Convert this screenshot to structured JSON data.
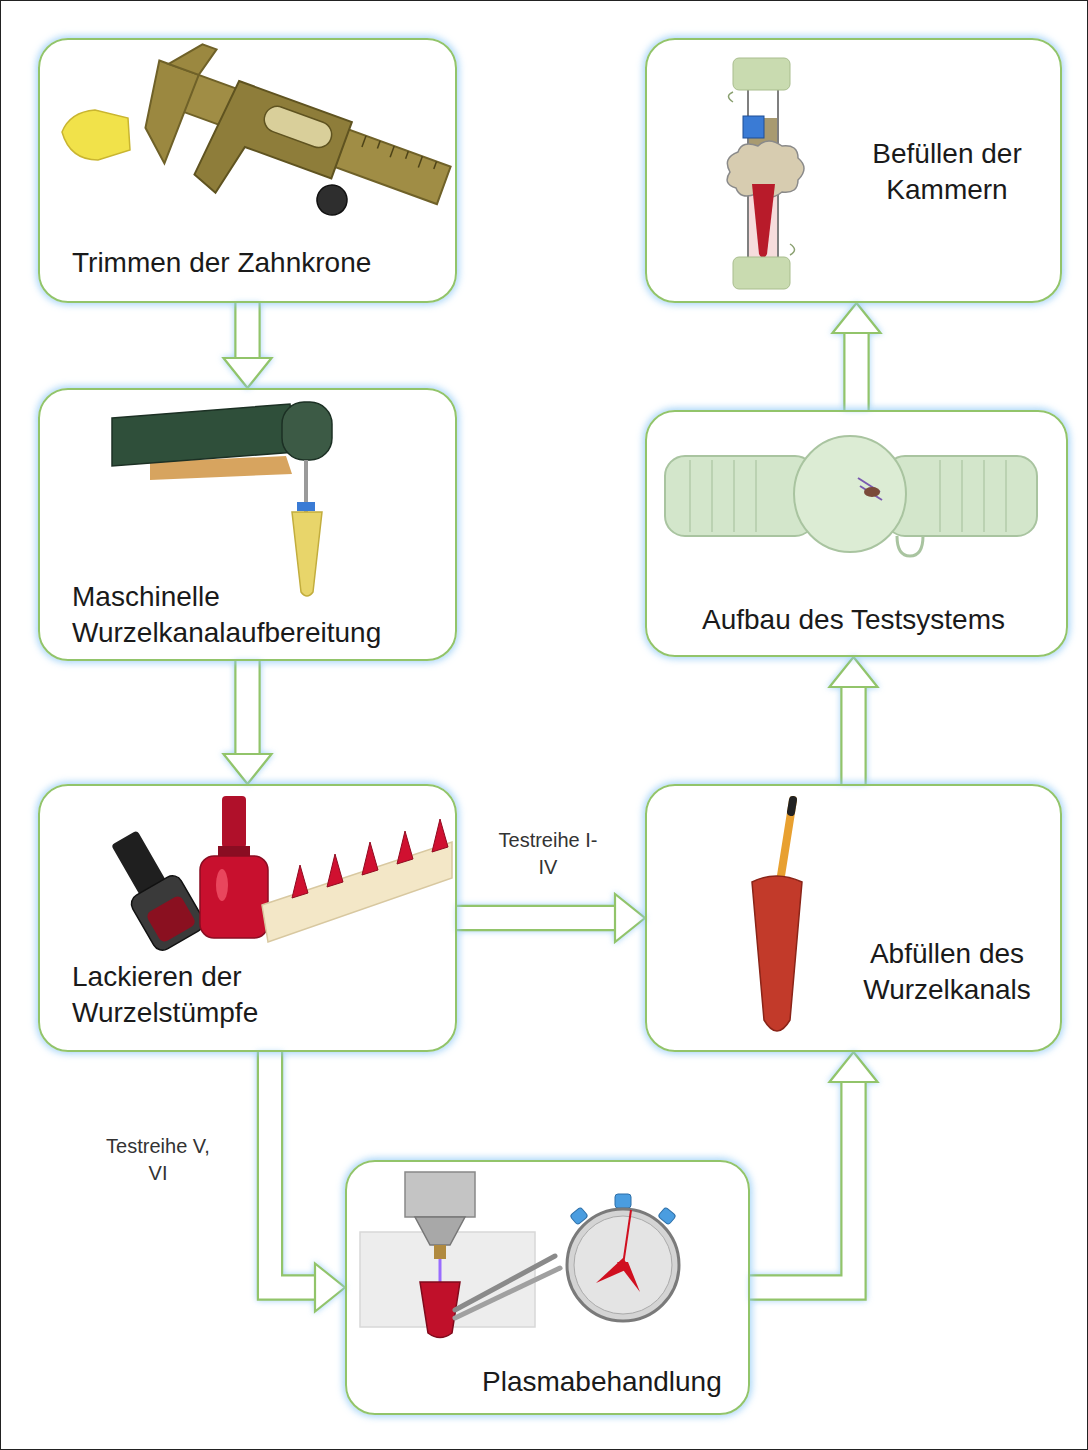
{
  "diagram": {
    "nodes": [
      {
        "text": [
          "Trimmen der Zahnkrone"
        ]
      },
      {
        "text": [
          "Maschinelle Wurzelkanalaufbereitung"
        ]
      },
      {
        "text": [
          "Lackieren der Wurzelstümpfe"
        ]
      },
      {
        "text": [
          "Plasmabehandlung"
        ]
      },
      {
        "text": [
          "Abfüllen des Wurzelkanals"
        ]
      },
      {
        "text": [
          "Aufbau des Testsystems"
        ]
      },
      {
        "text": [
          "Befüllen der Kammern"
        ]
      }
    ],
    "edges": [
      {
        "from": 0,
        "to": 1,
        "arrow": "to"
      },
      {
        "from": 1,
        "to": 2,
        "arrow": "to"
      },
      {
        "from": 2,
        "to": 4,
        "label": "Testreihe I-IV",
        "arrow": "to"
      },
      {
        "from": 2,
        "to": 3,
        "label": "Testreihe V, VI",
        "arrow": "to"
      },
      {
        "from": 3,
        "to": 4,
        "arrow": "to"
      },
      {
        "from": 4,
        "to": 5,
        "arrow": "to"
      },
      {
        "from": 5,
        "to": 6,
        "arrow": "to"
      }
    ]
  }
}
